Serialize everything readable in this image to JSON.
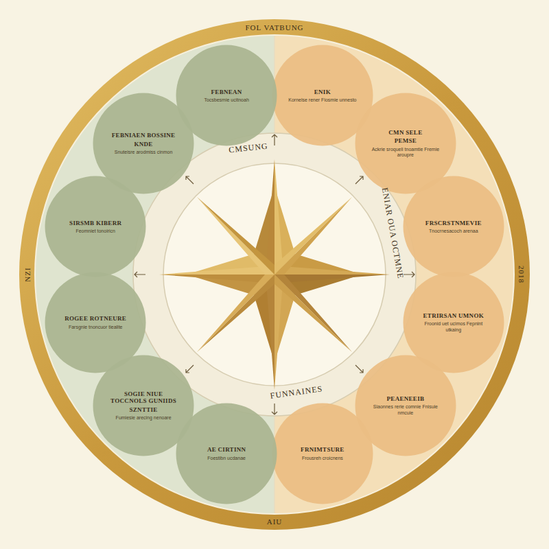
{
  "diagram": {
    "nodes": [
      {
        "text": [
          "ENIK",
          "Kornelse rener Fiosmie unnesto"
        ]
      },
      {
        "text": [
          "CMN SELE",
          "PEMSE",
          "Ackrie sroqueli tnoamtie Fremie aroupre"
        ]
      },
      {
        "text": [
          "FRSCRSTNMEVIE",
          "Tnocrnesacoch arenaa"
        ]
      },
      {
        "text": [
          "ETRIRSAN UMNOK",
          "Froonid uet ucimos Fepnint utkaing"
        ]
      },
      {
        "text": [
          "PEAENEEIB",
          "Siaonnes rerie comnie Fnisuie nmcuie"
        ]
      },
      {
        "text": [
          "FRNIMTSURE",
          "Frousreh croicnens"
        ]
      },
      {
        "text": [
          "AE CIRTINN",
          "Foestibn ucdanae"
        ]
      },
      {
        "text": [
          "SOGIE NIUE TOCCNOLS GUNIIDS",
          "SZNTTIE",
          "Fumiesie arecing nenoare"
        ]
      },
      {
        "text": [
          "ROGEE ROTNEURE",
          "Farsgnie tnoncuor tiealite"
        ]
      },
      {
        "text": [
          "SIRSMB KIBERR",
          "Feomniet tonoiricn"
        ]
      },
      {
        "text": [
          "FEBNIAEN BOSSINE",
          "KNDE",
          "Snuteisre arodmiss cinmon"
        ]
      },
      {
        "text": [
          "FEBNEAN",
          "Tocsbesmie ucitnoah"
        ]
      }
    ],
    "labels": [
      "FOL VATBUNG",
      "NZI",
      "2018",
      "AIU",
      "CMSUNG",
      "ENIAR OUA OCTMNE",
      "FUNNAINES"
    ]
  }
}
